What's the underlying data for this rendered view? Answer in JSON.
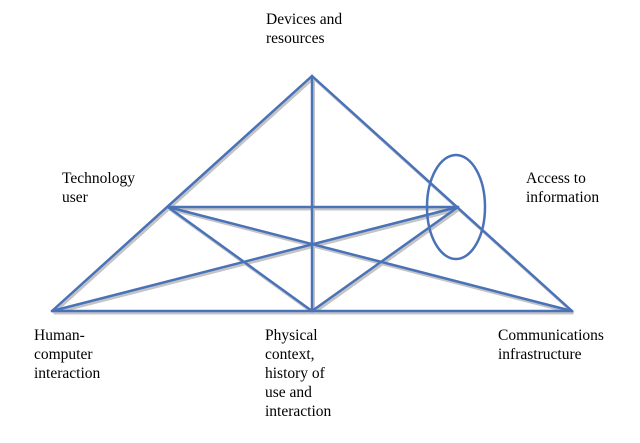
{
  "diagram": {
    "line_color": "#4a72b8",
    "shadow_color": "#c4c4c4",
    "nodes": {
      "devices": {
        "label": "Devices and\nresources"
      },
      "technology_user": {
        "label": "Technology\nuser"
      },
      "access": {
        "label": "Access to\ninformation"
      },
      "hci": {
        "label": "Human-\ncomputer\ninteraction"
      },
      "physical": {
        "label": "Physical\ncontext,\nhistory of\nuse and\ninteraction"
      },
      "communications": {
        "label": "Communications\ninfrastructure"
      }
    }
  }
}
